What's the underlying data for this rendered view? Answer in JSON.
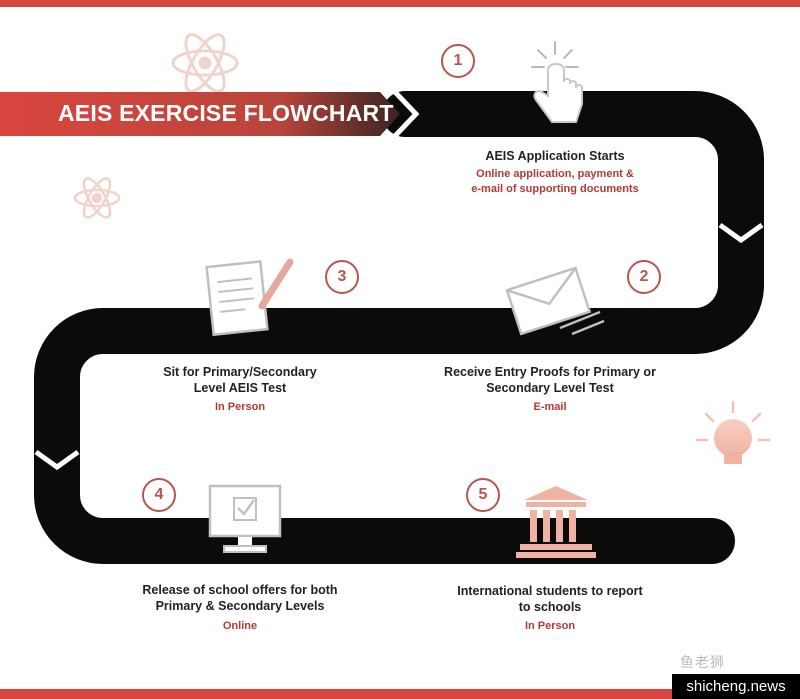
{
  "title": "AEIS EXERCISE FLOWCHART",
  "steps": [
    {
      "number": "1",
      "title": "AEIS Application Starts",
      "subtitle": "Online application, payment &\ne-mail of supporting documents",
      "icon": "click-hand-icon"
    },
    {
      "number": "2",
      "title": "Receive Entry Proofs for Primary or\nSecondary Level Test",
      "subtitle": "E-mail",
      "icon": "envelope-icon"
    },
    {
      "number": "3",
      "title": "Sit for Primary/Secondary\nLevel AEIS Test",
      "subtitle": "In Person",
      "icon": "document-pen-icon"
    },
    {
      "number": "4",
      "title": "Release of school offers for both\nPrimary & Secondary Levels",
      "subtitle": "Online",
      "icon": "monitor-check-icon"
    },
    {
      "number": "5",
      "title": "International students to report\nto schools",
      "subtitle": "In Person",
      "icon": "school-building-icon"
    }
  ],
  "watermark": {
    "wechat": "鱼老狮",
    "site": "shicheng.news"
  },
  "colors": {
    "accent": "#d9463f",
    "path": "#0b0b0b",
    "number": "#b5574f",
    "subtitle": "#b03a36",
    "decor": "#f2d3cb"
  }
}
